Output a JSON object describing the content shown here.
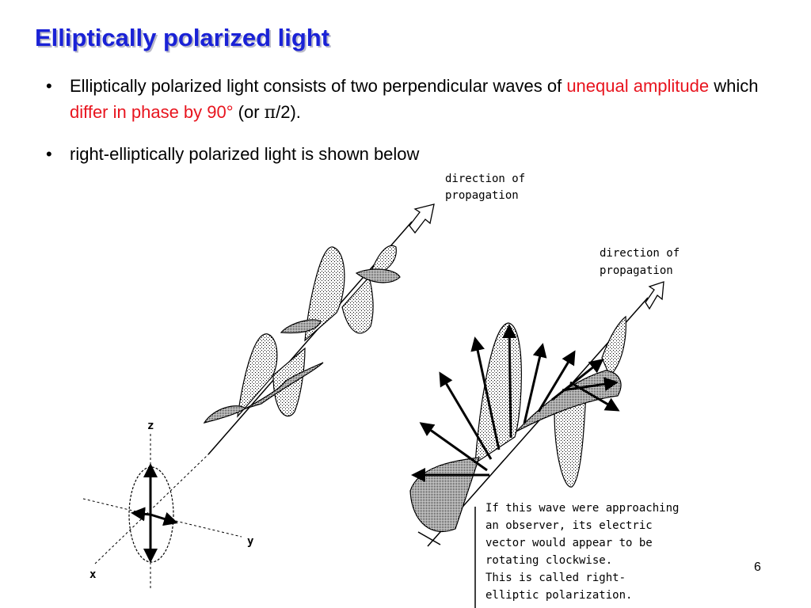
{
  "slide": {
    "title": "Elliptically polarized light",
    "bullets": [
      {
        "parts": [
          "Elliptically polarized light consists of two perpendicular waves of ",
          "unequal amplitude",
          " which ",
          "differ in phase by 90°",
          " (or ",
          "π",
          "/2)."
        ]
      },
      {
        "text": "right-elliptically polarized light is shown below"
      }
    ],
    "page_number": "6"
  },
  "figure": {
    "left_label": [
      "direction of",
      "propagation"
    ],
    "right_label": [
      "direction of",
      "propagation"
    ],
    "axis_labels": {
      "z": "z",
      "y": "y",
      "x": "x"
    },
    "caption": [
      "If this wave were approaching",
      "an observer, its electric",
      "vector would appear to be",
      "rotating clockwise.",
      "This is called right-",
      "elliptic polarization."
    ]
  },
  "colors": {
    "title": "#1a22d6",
    "highlight": "#e8141e"
  }
}
